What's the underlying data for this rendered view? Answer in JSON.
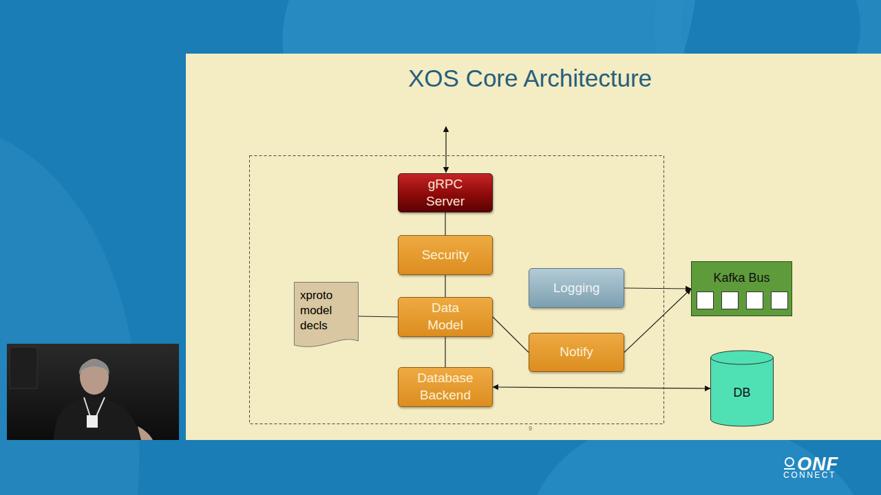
{
  "diagram": {
    "title": "XOS Core Architecture",
    "nodes": [
      {
        "text": [
          "gRPC Server"
        ]
      },
      {
        "text": [
          "Security"
        ]
      },
      {
        "text": [
          "Logging"
        ]
      },
      {
        "text": [
          "Kafka Bus"
        ]
      },
      {
        "text": [
          "xproto model decls"
        ]
      },
      {
        "text": [
          "Data Model"
        ]
      },
      {
        "text": [
          "Notify"
        ]
      },
      {
        "text": [
          "Database Backend"
        ]
      },
      {
        "text": [
          "DB"
        ]
      }
    ],
    "edges": [
      {
        "from": 0,
        "to": 1,
        "arrow": "none"
      },
      {
        "from": 1,
        "to": 5,
        "arrow": "none"
      },
      {
        "from": 4,
        "to": 5,
        "arrow": "none"
      },
      {
        "from": 5,
        "to": 7,
        "arrow": "none"
      },
      {
        "from": 5,
        "to": 6,
        "arrow": "none"
      },
      {
        "from": 2,
        "to": 3,
        "arrow": "to"
      },
      {
        "from": 6,
        "to": 3,
        "arrow": "to"
      },
      {
        "from": 7,
        "to": 8,
        "arrow": "both"
      }
    ],
    "labels": [
      "9",
      "ONF",
      "CONNECT"
    ]
  }
}
